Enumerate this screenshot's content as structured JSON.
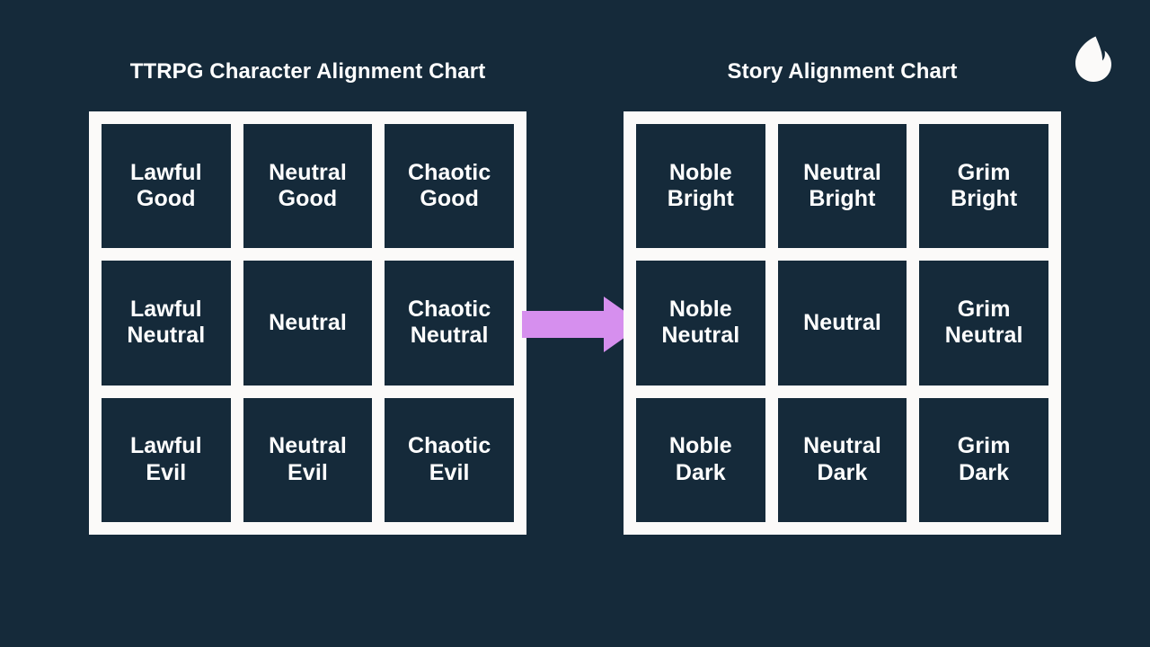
{
  "canvas": {
    "background_color": "#152a3a",
    "panel_color": "#fbfaf9",
    "cell_color": "#152a3a",
    "text_color": "#ffffff",
    "arrow_color": "#d68fee"
  },
  "logo": {
    "icon": "flame-icon",
    "color": "#fbfaf9"
  },
  "charts": [
    {
      "id": "ttrpg",
      "title": "TTRPG Character Alignment Chart",
      "cells": [
        "Lawful\nGood",
        "Neutral\nGood",
        "Chaotic\nGood",
        "Lawful\nNeutral",
        "Neutral",
        "Chaotic\nNeutral",
        "Lawful\nEvil",
        "Neutral\nEvil",
        "Chaotic\nEvil"
      ]
    },
    {
      "id": "story",
      "title": "Story Alignment Chart",
      "cells": [
        "Noble\nBright",
        "Neutral\nBright",
        "Grim\nBright",
        "Noble\nNeutral",
        "Neutral",
        "Grim\nNeutral",
        "Noble\nDark",
        "Neutral\nDark",
        "Grim\nDark"
      ]
    }
  ],
  "arrow": {
    "direction": "right",
    "color": "#d68fee"
  }
}
